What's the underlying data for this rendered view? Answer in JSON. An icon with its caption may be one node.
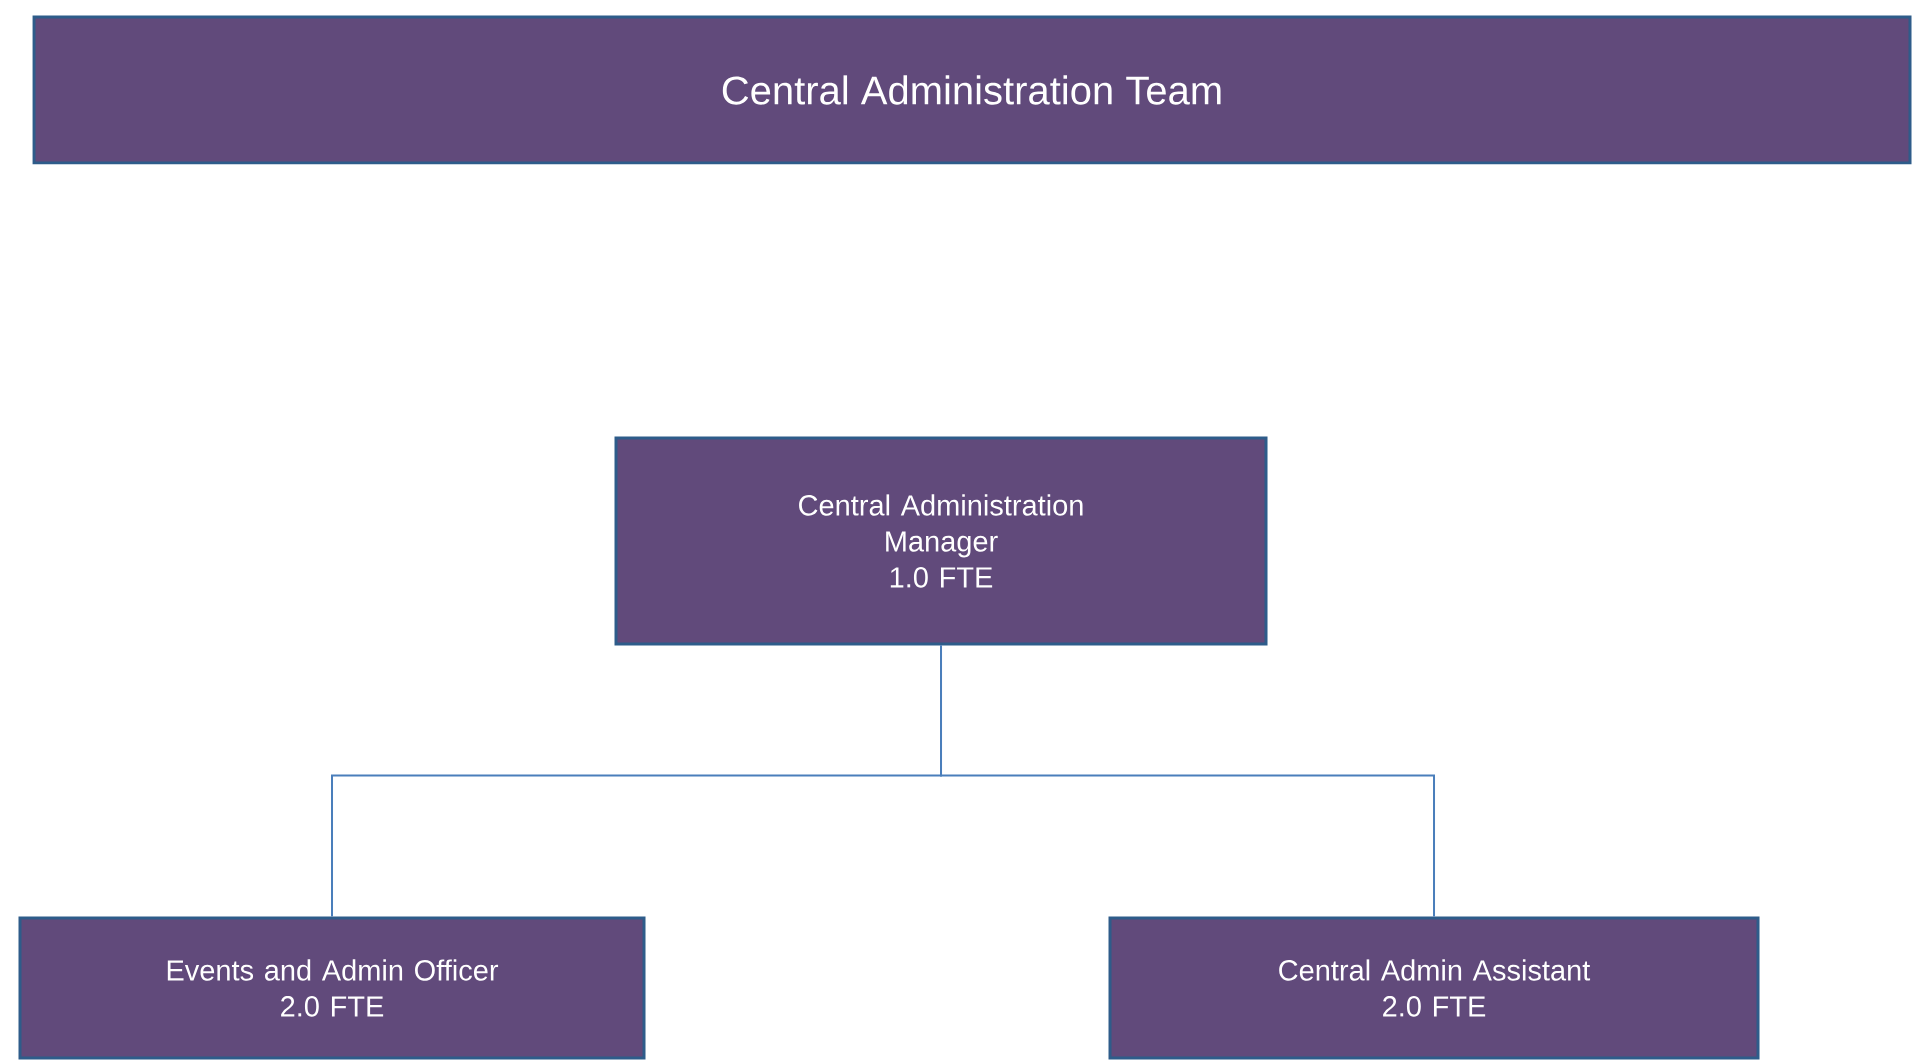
{
  "diagram": {
    "title": "Central Administration Team",
    "nodes": [
      {
        "text": [
          "Central Administration Manager",
          "1.0 FTE"
        ]
      },
      {
        "text": [
          "Events and Admin Officer",
          "2.0 FTE"
        ]
      },
      {
        "text": [
          "Central Admin Assistant",
          "2.0 FTE"
        ]
      }
    ],
    "edges": [
      {
        "from": 0,
        "to": 1,
        "arrow": "none"
      },
      {
        "from": 0,
        "to": 2,
        "arrow": "none"
      }
    ]
  }
}
